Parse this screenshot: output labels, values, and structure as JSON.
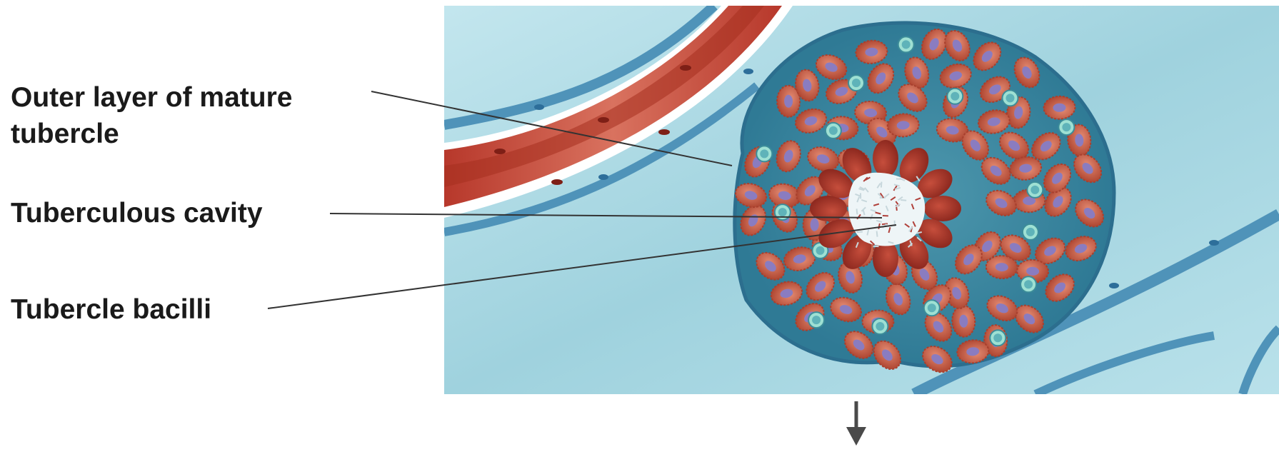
{
  "labels": {
    "outer_layer_line1": "Outer layer of mature",
    "outer_layer_line2": "tubercle",
    "cavity": "Tuberculous cavity",
    "bacilli": "Tubercle bacilli"
  },
  "colors": {
    "tissue_background": "#a9d9e3",
    "vessel_wall": "#c44a3a",
    "vessel_lumen": "#a83226",
    "membrane": "#4f93b9",
    "cell": "#c95a43",
    "nucleus": "#8a7cc0",
    "lymphocyte": "#7fcfc2",
    "cavity_debris": "#f2f6f7",
    "leader_line": "#333333"
  }
}
